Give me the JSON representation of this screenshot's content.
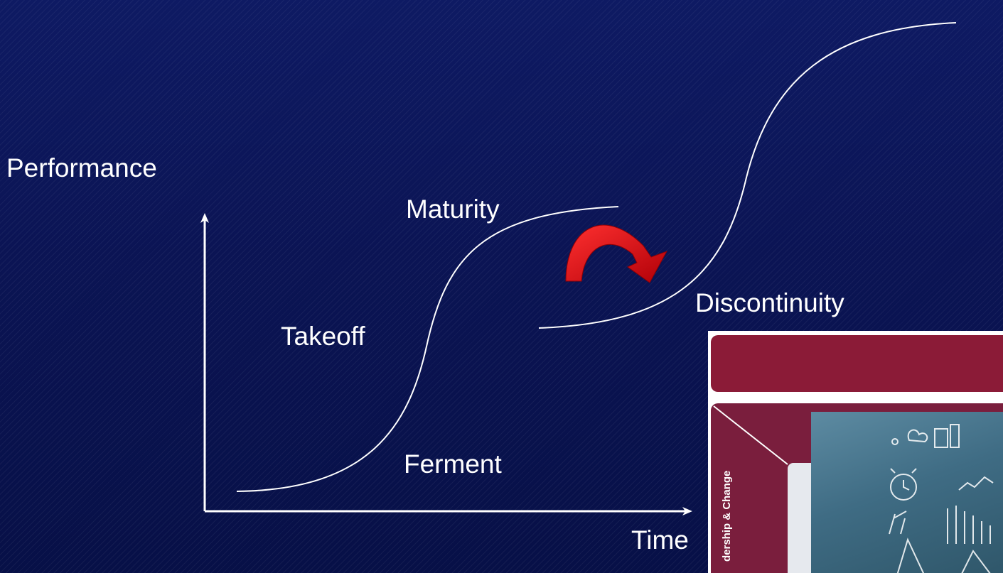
{
  "axis": {
    "y_label": "Performance",
    "x_label": "Time"
  },
  "stages": {
    "ferment": "Ferment",
    "takeoff": "Takeoff",
    "maturity": "Maturity",
    "discontinuity": "Discontinuity"
  },
  "inset": {
    "vertical_text": "dership & Change"
  },
  "colors": {
    "background": "#0b1454",
    "curve": "#ffffff",
    "arrow": "#d40f14",
    "inset_accent": "#8b1b37"
  }
}
